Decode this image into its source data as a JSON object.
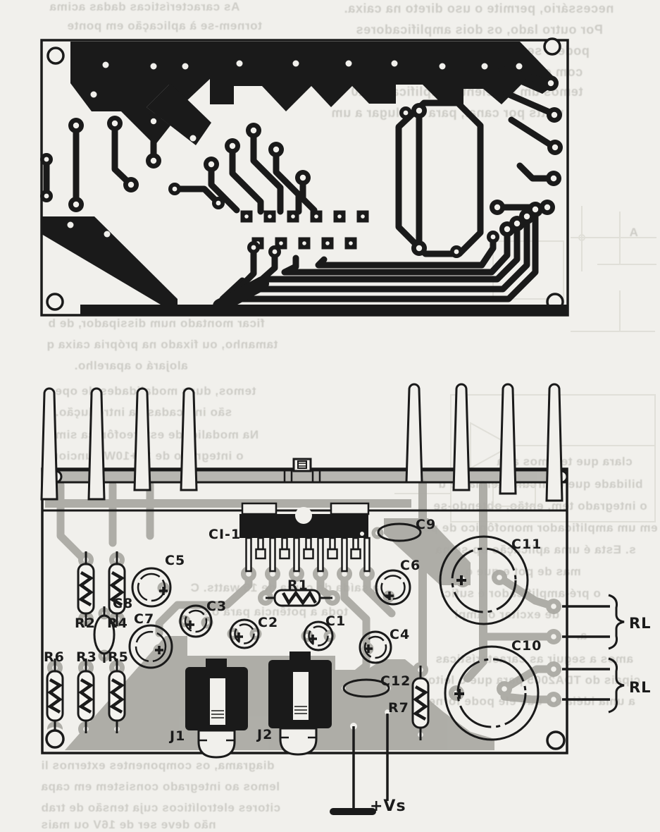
{
  "page": {
    "description": "Scanned electronics magazine figure: PCB copper layout (top) and component placement diagram (bottom)",
    "colors": {
      "paper": "#f1f0ec",
      "ink": "#1a1a1a",
      "copper_ghost_gray": "#a9a8a2",
      "bleed_text": "#c7c6c0"
    }
  },
  "labels": {
    "ci1": "CI-1",
    "r1": "R1",
    "r2": "R2",
    "r3": "R3",
    "r4": "R4",
    "r5": "R5",
    "r6": "R6",
    "r7": "R7",
    "c1": "C1",
    "c2": "C2",
    "c3": "C3",
    "c4": "C4",
    "c5": "C5",
    "c6": "C6",
    "c7": "C7",
    "c8": "C8",
    "c9": "C9",
    "c10": "C10",
    "c11": "C11",
    "c12": "C12",
    "j1": "J1",
    "j2": "J2",
    "rl1": "RL",
    "rl2": "RL",
    "vs": "+Vs"
  },
  "ghost": {
    "note": "mirrored bleed-through text from reverse side of the page",
    "lines": [
      "As características dadas acima",
      "tornem-se à aplicação em ponte",
      "necessário, permite o uso direto na caixa.",
      "Por outro lado, os dois amplificadores",
      "podem ser ligados em ponte, com o",
      "com o som de um amplificador, ou",
      "temos um excelente amplificador 20",
      "watts por canal, para dar lugar a um",
      "ficar montado num dissipador, de b",
      "tamanho, ou fixado na própria caixa q",
      "alojará o aparelho.",
      "temos, duas modalidades de ope",
      "são indicadas na introdução.",
      "Na modalidade estereofônica simpl",
      "o integrado de 10+10W, funciona",
      "a saída de cerca de 15 watts. C",
      "toda a potência para o s",
      "clara que teremos alta",
      "bilidade que o circuito tenha de u",
      "o integrado tem, então, obtendo-se",
      "em um amplificador monofônico de po",
      "s. Esta é uma aplicação op-se na",
      "mas de pot   e   que o",
      "o pré-amplificador    é sufici",
      "de excitar o ampl",
      "a.",
      "amos a seguir as características",
      "cipais do TDA2005 para que o leitor",
      "a uma idéia do que ele pode forne",
      "diagrama, os componentes externos li",
      "lemos ao integrado consistem em capa",
      "citores eletrolíticos cuja tensão de trab",
      "não deve ser de 16V ou mais",
      "A"
    ]
  }
}
